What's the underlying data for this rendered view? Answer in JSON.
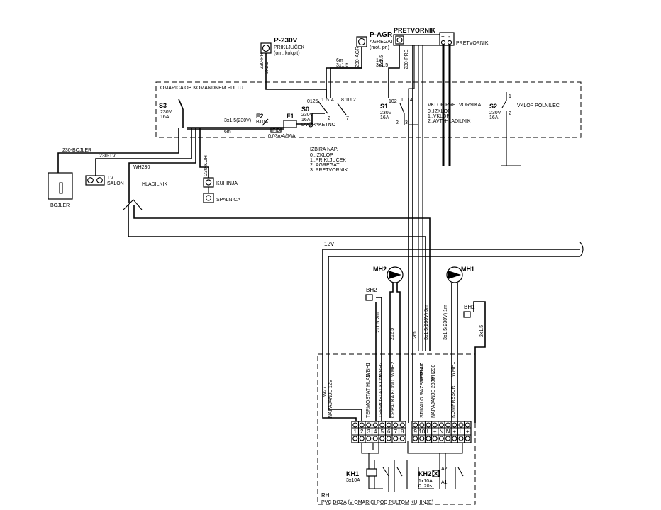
{
  "top": {
    "p230v": "P-230V",
    "p230v_sub1": "PRIKLJUČEK",
    "p230v_sub2": "(om. kokpit)",
    "p230v_cable": "230-PR",
    "p230v_cable2": "3x2.5",
    "pagr": "P-AGR",
    "pagr_sub1": "AGREGAT",
    "pagr_sub2": "(mot. pr.)",
    "pagr_cable": "230-AGR",
    "pagr_cable2": "3x1.5",
    "pagr_len1": "6m",
    "pagr_len2": "3x1.5",
    "pagr_len3": "1m",
    "pagr_len4": "3x1.5",
    "pretvornik_top": "PRETVORNIK",
    "pretvornik_right": "PRETVORNIK",
    "pre_cable": "230-PRE"
  },
  "panel": {
    "title": "OMARICA OB KOMANDNEM PULTU",
    "s3": "S3",
    "s3_spec": [
      "230V",
      "16A"
    ],
    "f2": "F2",
    "f2_spec": "B10A",
    "f1": "F1",
    "fid": "FID",
    "fid_spec": "0.03mA/16A",
    "cable_f1": "3x1.5(230V)",
    "cable_f1_len": "6m",
    "s0": "S0",
    "s0_code": "0125",
    "s0_spec": [
      "230V",
      "16A",
      "DVOPAKETNO"
    ],
    "s0_terms": [
      "1",
      "5",
      "4",
      "2",
      "7",
      "8",
      "10",
      "12"
    ],
    "s1": "S1",
    "s1_code": "102",
    "s1_spec": [
      "230V",
      "16A"
    ],
    "s1_terms": [
      "1",
      "4",
      "2",
      "3"
    ],
    "vklop_pret": "VKLOP PRETVORNIKA",
    "vklop_opts": [
      "0..IZKLOP",
      "1..VKLOP",
      "2..AVT.-HLADILNIK"
    ],
    "s2": "S2",
    "s2_spec": [
      "230V",
      "16A"
    ],
    "s2_terms": [
      "1",
      "2"
    ],
    "vklop_poln": "VKLOP POLNILEC",
    "izbira": "IZBIRA NAP.",
    "izbira_opts": [
      "0..IZKLOP",
      "1..PRIKLJUČEK",
      "2..AGREGAT",
      "3..PRETVORNIK"
    ]
  },
  "left": {
    "cable_bojler": "230-BOJLER",
    "cable_tv": "230-TV",
    "bojler": "BOJLER",
    "tv": "TV",
    "salon": "SALON",
    "wh230": "WH230",
    "hladilnik": "HLADILNIK",
    "cable_kuh": "230-KUH",
    "kuhinja": "KUHINJA",
    "spalnica": "SPALNICA"
  },
  "lower": {
    "v12": "12V",
    "mh2": "MH2",
    "mh1": "MH1",
    "bh2": "BH2",
    "bh1": "BH1",
    "c_2x15_2m": "2x1.5 2m",
    "c_2x25": "2x2.5",
    "c_2m": "2m",
    "c_3x15_3m": "3x1.5(230V) 3m",
    "c_3x15_1m": "3x1.5(230V) 1m",
    "c_2x15": "2x1.5",
    "w27": "W27",
    "lbl_nap12": "NAPAJANJE 12V",
    "lbl_term_hlad": "TERMOSTAT HLAD.",
    "lbl_term_kond": "TERMOSTAT KOND.",
    "lbl_crp": "ČRPALKA KOND.",
    "lbl_stik": "STIKALO RAZSMERNIK",
    "lbl_nap230": "NAPAJANJE 230V",
    "lbl_komp": "KOMPRESOR",
    "code_wbh1": "WBH1",
    "code_wbh2": "WBH2",
    "code_wmh2": "WMH2",
    "code_wsraz": "WSRAZ",
    "code_wh230": "WH230",
    "code_wmh1": "WMH1",
    "terminals_left": [
      "1",
      "2",
      "3",
      "4",
      "5",
      "6",
      "7",
      "8"
    ],
    "terminals_right": [
      "9",
      "10",
      "L",
      "+",
      "N",
      "N",
      "+",
      "L",
      "+"
    ],
    "kh1": "KH1",
    "kh1_spec": "3x10A",
    "kh2": "KH2",
    "kh2_spec1": "1x10A",
    "kh2_spec2": "0..20s",
    "a1": "A1",
    "a2": "A2",
    "rh": "RH",
    "rh_desc": "PVC DOZA (V OMARICI POD PULTOM KUHINJE)"
  }
}
